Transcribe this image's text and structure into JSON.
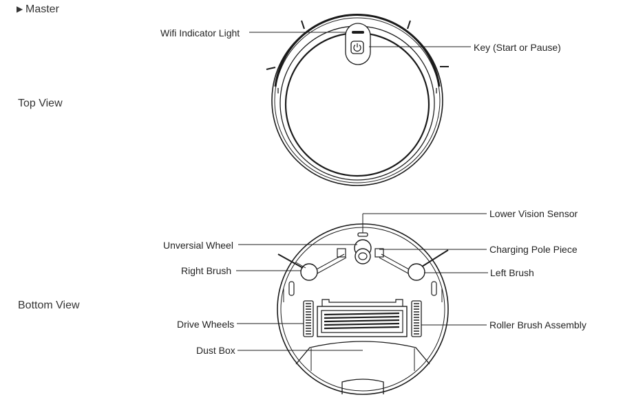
{
  "section": {
    "title_marker": "▶",
    "title": "Master"
  },
  "top_view": {
    "label": "Top View",
    "callouts": {
      "wifi": "Wifi Indicator Light",
      "key": "Key (Start or Pause)"
    }
  },
  "bottom_view": {
    "label": "Bottom View",
    "callouts": {
      "lower_vision_sensor": "Lower Vision Sensor",
      "universal_wheel": "Unversial Wheel",
      "charging_pole_piece": "Charging Pole Piece",
      "right_brush": "Right Brush",
      "left_brush": "Left Brush",
      "drive_wheels": "Drive Wheels",
      "roller_brush_assembly": "Roller Brush Assembly",
      "dust_box": "Dust Box"
    }
  },
  "colors": {
    "line": "#1a1a1a",
    "text": "#222222"
  }
}
